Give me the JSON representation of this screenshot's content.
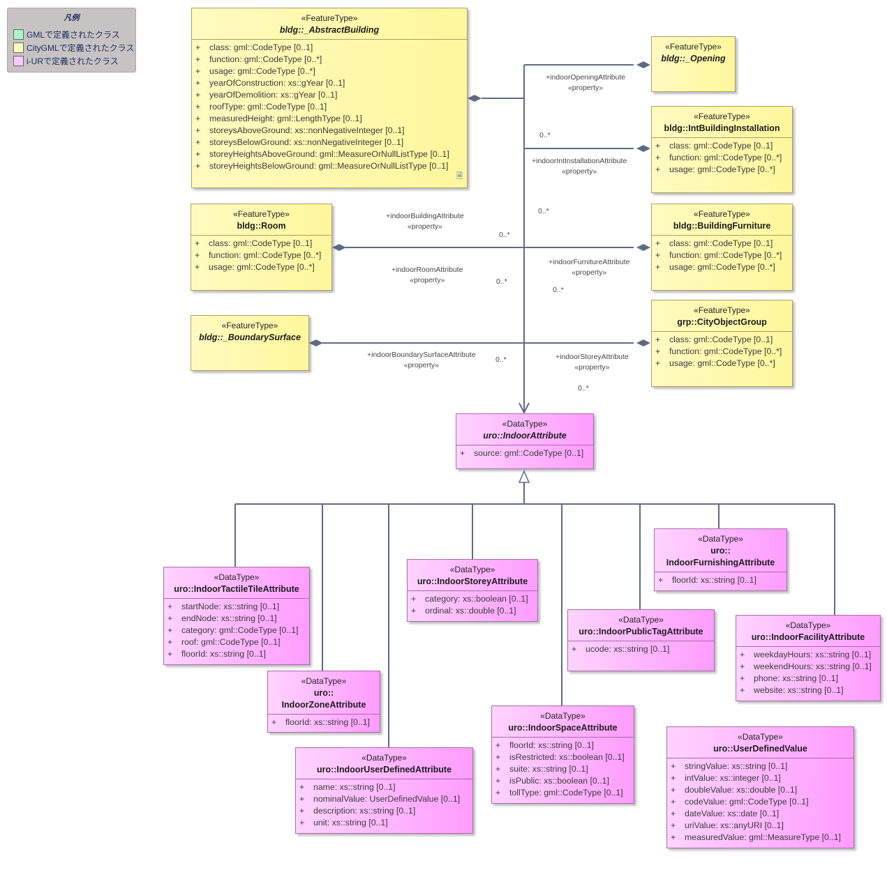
{
  "legend": {
    "title": "凡例",
    "items": [
      {
        "label": "GMLで定義されたクラス",
        "color": "#a6f7c5"
      },
      {
        "label": "CityGMLで定義されたクラス",
        "color": "#fffac0"
      },
      {
        "label": "i-URで定義されたクラス",
        "color": "#ffc8ff"
      }
    ]
  },
  "colors": {
    "citygml": "#fff79c",
    "iur": "#ff9cff",
    "line": "#5d6b82"
  },
  "classes": {
    "abstract_building": {
      "stereotype": "«FeatureType»",
      "name": "bldg::_AbstractBuilding",
      "icon": "note-icon",
      "attributes": [
        "class: gml::CodeType [0..1]",
        "function: gml::CodeType [0..*]",
        "usage: gml::CodeType [0..*]",
        "yearOfConstruction: xs::gYear [0..1]",
        "yearOfDemolition: xs::gYear [0..1]",
        "roofType: gml::CodeType [0..1]",
        "measuredHeight: gml::LengthType [0..1]",
        "storeysAboveGround: xs::nonNegativeInteger [0..1]",
        "storeysBelowGround: xs::nonNegativeInteger [0..1]",
        "storeyHeightsAboveGround: gml::MeasureOrNullListType [0..1]",
        "storeyHeightsBelowGround: gml::MeasureOrNullListType [0..1]"
      ]
    },
    "opening": {
      "stereotype": "«FeatureType»",
      "name": "bldg::_Opening",
      "attributes": []
    },
    "int_building_installation": {
      "stereotype": "«FeatureType»",
      "name": "bldg::IntBuildingInstallation",
      "attributes": [
        "class: gml::CodeType [0..1]",
        "function: gml::CodeType [0..*]",
        "usage: gml::CodeType [0..*]"
      ]
    },
    "room": {
      "stereotype": "«FeatureType»",
      "name": "bldg::Room",
      "attributes": [
        "class: gml::CodeType [0..1]",
        "function: gml::CodeType [0..*]",
        "usage: gml::CodeType [0..*]"
      ]
    },
    "building_furniture": {
      "stereotype": "«FeatureType»",
      "name": "bldg::BuildingFurniture",
      "attributes": [
        "class: gml::CodeType [0..1]",
        "function: gml::CodeType [0..*]",
        "usage: gml::CodeType [0..*]"
      ]
    },
    "boundary_surface": {
      "stereotype": "«FeatureType»",
      "name": "bldg::_BoundarySurface",
      "attributes": []
    },
    "city_object_group": {
      "stereotype": "«FeatureType»",
      "name": "grp::CityObjectGroup",
      "attributes": [
        "class: gml::CodeType [0..1]",
        "function: gml::CodeType [0..*]",
        "usage: gml::CodeType [0..*]"
      ]
    },
    "indoor_attribute": {
      "stereotype": "«DataType»",
      "name": "uro::IndoorAttribute",
      "attributes": [
        "source: gml::CodeType [0..1]"
      ]
    },
    "tactile_tile": {
      "stereotype": "«DataType»",
      "name": "uro::IndoorTactileTileAttribute",
      "attributes": [
        "startNode: xs::string [0..1]",
        "endNode: xs::string [0..1]",
        "category: gml::CodeType [0..1]",
        "roof: gml::CodeType [0..1]",
        "floorId: xs::string [0..1]"
      ]
    },
    "zone": {
      "stereotype": "«DataType»",
      "name_line1": "uro::",
      "name_line2": "IndoorZoneAttribute",
      "attributes": [
        "floorId: xs::string [0..1]"
      ]
    },
    "user_defined_attr": {
      "stereotype": "«DataType»",
      "name": "uro::IndoorUserDefinedAttribute",
      "attributes": [
        "name: xs::string [0..1]",
        "nominalValue: UserDefinedValue [0..1]",
        "description: xs::string [0..1]",
        "unit: xs::string [0..1]"
      ]
    },
    "storey": {
      "stereotype": "«DataType»",
      "name": "uro::IndoorStoreyAttribute",
      "attributes": [
        "category: xs::boolean [0..1]",
        "ordinal: xs::double [0..1]"
      ]
    },
    "space": {
      "stereotype": "«DataType»",
      "name": "uro::IndoorSpaceAttribute",
      "attributes": [
        "floorId: xs::string [0..1]",
        "isRestricted: xs::boolean [0..1]",
        "suite: xs::string [0..1]",
        "isPublic: xs::boolean [0..1]",
        "tollType: gml::CodeType [0..1]"
      ]
    },
    "public_tag": {
      "stereotype": "«DataType»",
      "name": "uro::IndoorPublicTagAttribute",
      "attributes": [
        "ucode: xs::string [0..1]"
      ]
    },
    "furnishing": {
      "stereotype": "«DataType»",
      "name_line1": "uro::",
      "name_line2": "IndoorFurnishingAttribute",
      "attributes": [
        "floorId: xs::string [0..1]"
      ]
    },
    "facility": {
      "stereotype": "«DataType»",
      "name": "uro::IndoorFacilityAttribute",
      "attributes": [
        "weekdayHours: xs::string [0..1]",
        "weekendHours: xs::string [0..1]",
        "phone: xs::string [0..1]",
        "website: xs::string [0..1]"
      ]
    },
    "user_defined_value": {
      "stereotype": "«DataType»",
      "name": "uro::UserDefinedValue",
      "attributes": [
        "stringValue: xs::string [0..1]",
        "intValue: xs::integer [0..1]",
        "doubleValue: xs::double [0..1]",
        "codeValue: gml::CodeType [0..1]",
        "dateValue: xs::date [0..1]",
        "uriValue: xs::anyURI [0..1]",
        "measuredValue: gml::MeasureType [0..1]"
      ]
    }
  },
  "associations": {
    "opening": {
      "role": "+indoorOpeningAttribute",
      "stereo": "«property»",
      "mult": "0..*"
    },
    "int_installation": {
      "role": "+indoorIntInstallationAttribute",
      "stereo": "«property»",
      "mult": "0..*"
    },
    "building": {
      "role": "+indoorBuildingAttribute",
      "stereo": "«property»",
      "mult": "0..*"
    },
    "room": {
      "role": "+indoorRoomAttribute",
      "stereo": "«property»",
      "mult": "0..*"
    },
    "furniture": {
      "role": "+indoorFurnitureAttribute",
      "stereo": "«property»",
      "mult": "0..*"
    },
    "boundary": {
      "role": "+indoorBoundarySurfaceAttribute",
      "stereo": "«property»",
      "mult": "0..*"
    },
    "storey": {
      "role": "+indoorStoreyAttribute",
      "stereo": "«property»",
      "mult": "0..*"
    }
  }
}
